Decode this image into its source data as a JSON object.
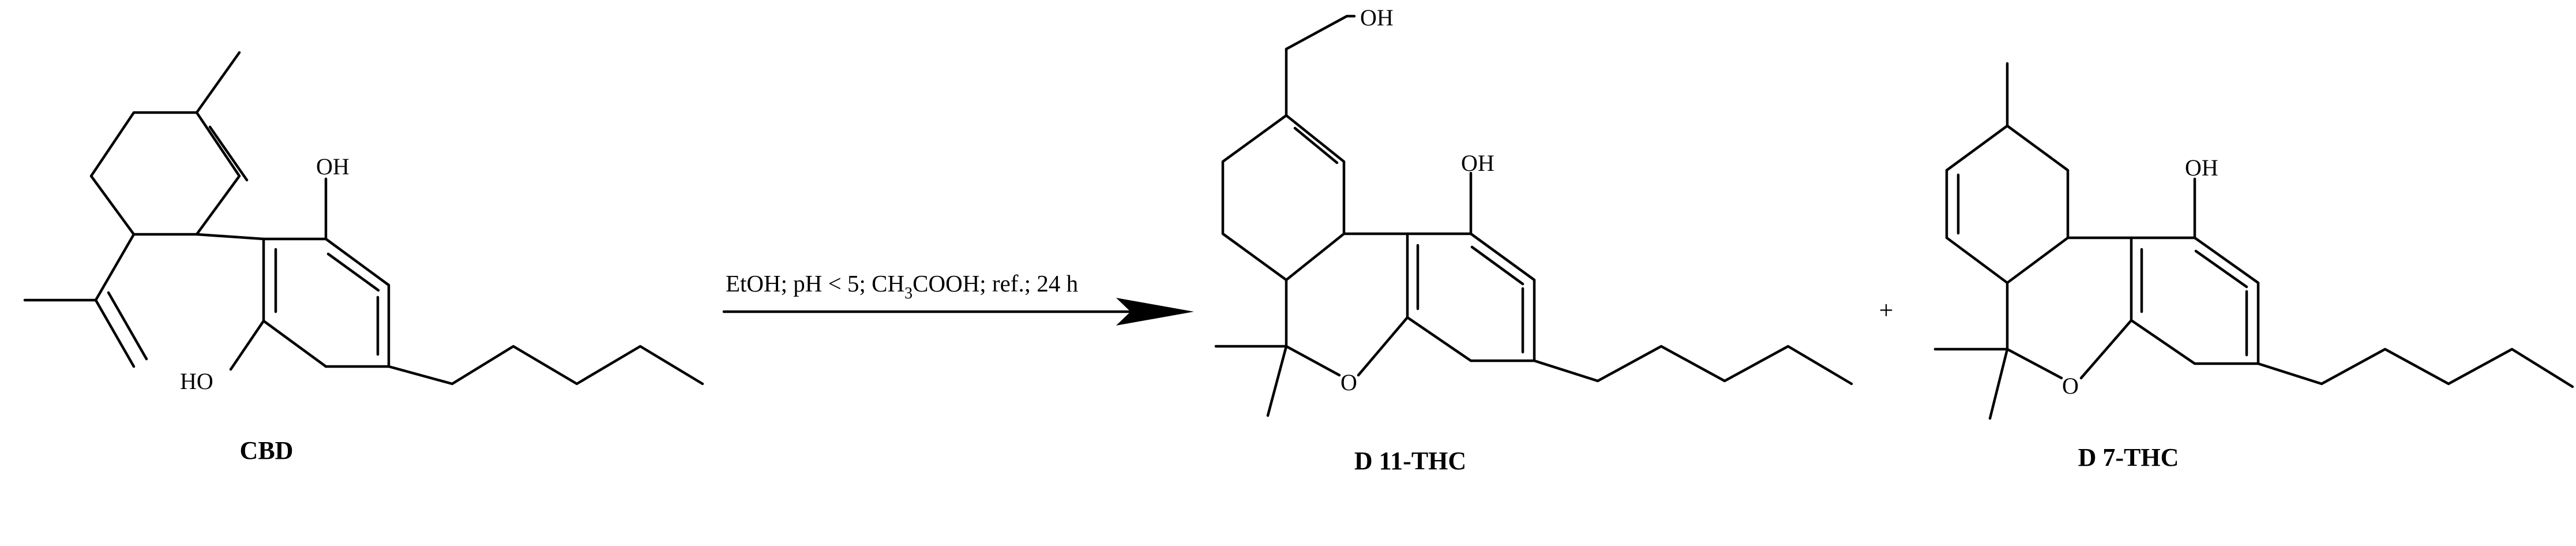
{
  "reactant": {
    "name": "CBD",
    "oh_top": "OH",
    "oh_bottom": "HO"
  },
  "conditions": {
    "part1": "EtOH; pH < 5; CH",
    "sub": "3",
    "part2": "COOH; ref.; 24 h"
  },
  "product1": {
    "name": "D 11-THC",
    "oh_top": "OH",
    "oh_ring": "OH",
    "ring_o": "O"
  },
  "plus": "+",
  "product2": {
    "name": "D 7-THC",
    "oh_ring": "OH",
    "ring_o": "O"
  }
}
